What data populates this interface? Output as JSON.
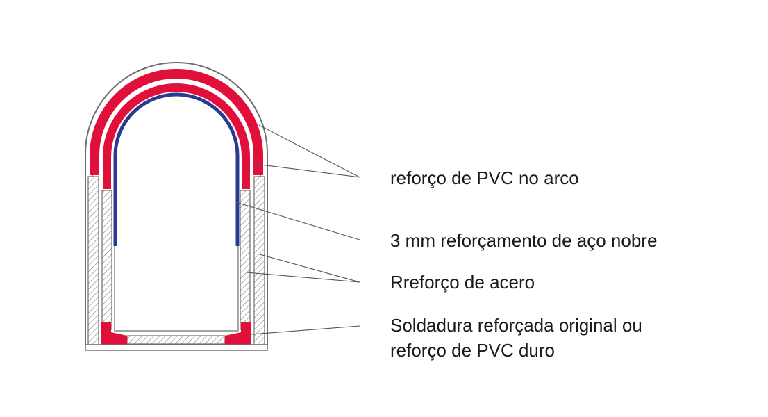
{
  "labels": {
    "pvc_arc": "reforço de PVC no arco",
    "stainless_steel": "3 mm reforçamento de aço nobre",
    "steel": "Rreforço de acero",
    "weld_line1": "Soldadura reforçada original ou",
    "weld_line2": "reforço de PVC duro"
  },
  "colors": {
    "pvc_red": "#e0103a",
    "steel_blue": "#2b3a8e",
    "outline_gray": "#6e6e6e",
    "hatch_gray": "#8c8c8c"
  }
}
